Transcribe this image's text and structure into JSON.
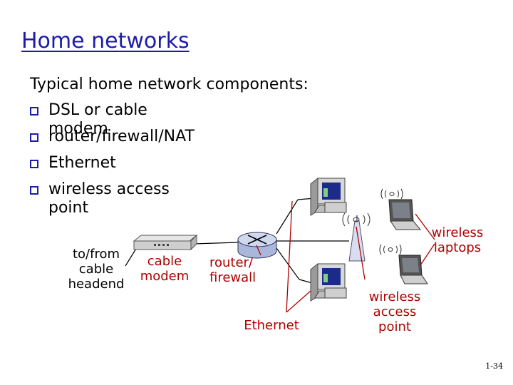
{
  "slide": {
    "title": "Home networks",
    "intro": "Typical home network components:",
    "bullets": [
      "DSL or cable modem",
      "router/firewall/NAT",
      "Ethernet",
      "wireless access point"
    ],
    "page_number": "1-34"
  },
  "diagram": {
    "labels": {
      "headend": "to/from cable headend",
      "modem": "cable modem",
      "router": "router/ firewall",
      "ethernet": "Ethernet",
      "access_point": "wireless access point",
      "laptops": "wireless laptops"
    },
    "icons": [
      "cable-modem-icon",
      "router-icon",
      "desktop-computer-icon",
      "wireless-access-point-icon",
      "laptop-icon",
      "radio-waves-icon"
    ],
    "colors": {
      "title": "#1c1ca8",
      "callout": "#b00000",
      "router": "#cfd8ee",
      "access_point": "#d8ddf2"
    }
  }
}
